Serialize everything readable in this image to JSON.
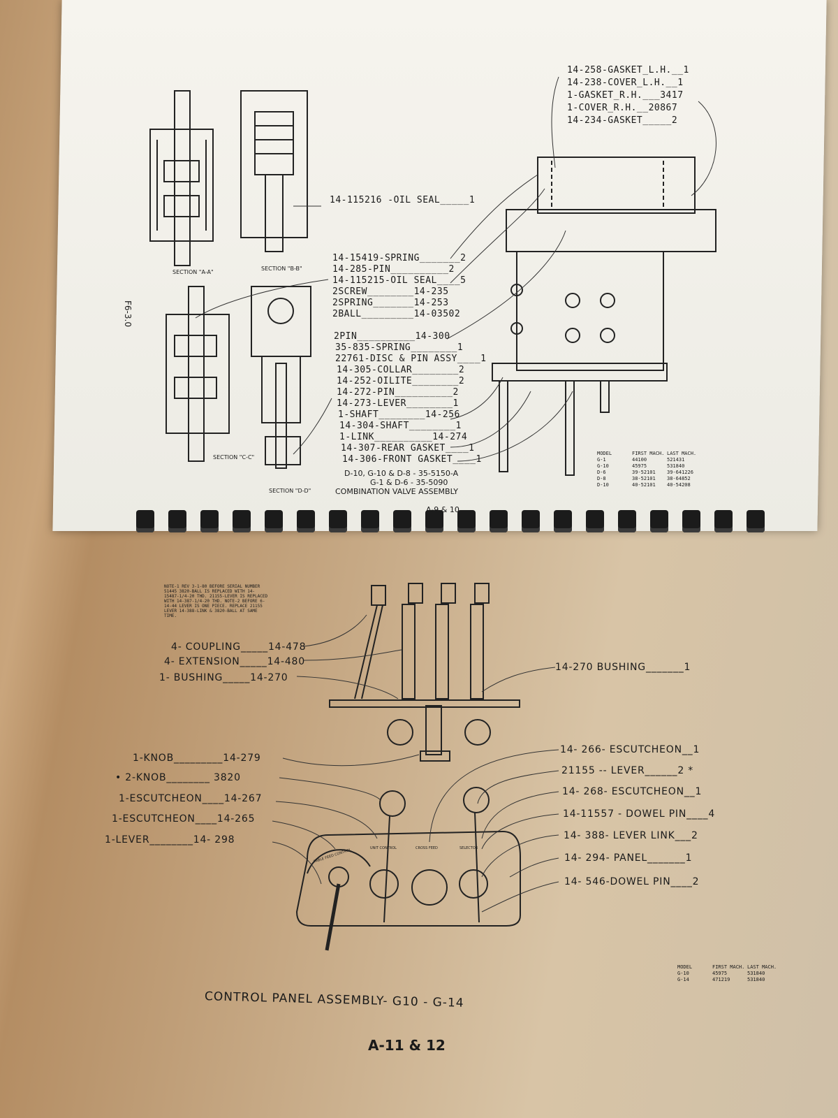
{
  "top_page": {
    "section_labels": {
      "aa": "SECTION \"A-A\"",
      "bb": "SECTION \"B-B\"",
      "cc": "SECTION \"C-C\"",
      "dd": "SECTION \"D-D\""
    },
    "fig_label": "F6-3.0",
    "parts": [
      "14-258-GASKET_L.H.__1",
      "14-238-COVER_L.H.__1",
      "1-GASKET_R.H.___3417",
      "1-COVER_R.H.__20867",
      "14-234-GASKET_____2",
      "14-115216 -OIL SEAL_____1",
      "14-15419-SPRING_______2",
      "14-285-PIN__________2",
      "14-115215-OIL SEAL____5",
      "2SCREW________14-235",
      "2SPRING_______14-253",
      "2BALL_________14-03502",
      "2PIN__________14-300",
      "35-835-SPRING________1",
      "22761-DISC & PIN ASSY____1",
      "14-305-COLLAR________2",
      "14-252-OILITE________2",
      "14-272-PIN__________2",
      "14-273-LEVER________1",
      "1-SHAFT________14-256",
      "14-304-SHAFT________1",
      "1-LINK__________14-274",
      "14-307-REAR GASKET____1",
      "14-306-FRONT GASKET____1"
    ],
    "assembly_lines": [
      "D-10, G-10 & D-8 - 35-5150-A",
      "G-1 & D-6 - 35-5090",
      "COMBINATION VALVE ASSEMBLY"
    ],
    "page_ref": "A-9 & 10",
    "model_table": {
      "headers": [
        "MODEL",
        "FIRST MACH.",
        "LAST MACH."
      ],
      "rows": [
        [
          "G-1",
          "44100",
          "521431"
        ],
        [
          "G-10",
          "45975",
          "531840"
        ],
        [
          "D-6",
          "39-52101",
          "39-641226"
        ],
        [
          "D-8",
          "38-52101",
          "38-64852"
        ],
        [
          "D-10",
          "40-52101",
          "40-54208"
        ]
      ]
    }
  },
  "bottom_page": {
    "notes": "NOTE-1 REV 3-1-80 BEFORE SERIAL NUMBER 51445 3820-BALL IS REPLACED WITH 14-15487-1/4-20 THD. 21155-LEVER IS REPLACED WITH 14-387-1/4-20 THD. NOTE-2 BEFORE 6-14-44 LEVER IS ONE PIECE. REPLACE 21155 LEVER 14-388-LINK & 3820-BALL AT SAME TIME.",
    "left_parts": [
      "4- COUPLING_____14-478",
      "4- EXTENSION_____14-480",
      "1- BUSHING_____14-270",
      "1-KNOB_________14-279",
      "• 2-KNOB________ 3820",
      "1-ESCUTCHEON____14-267",
      "1-ESCUTCHEON____14-265",
      "1-LEVER________14- 298"
    ],
    "right_parts": [
      "14-270  BUSHING_______1",
      "14- 266- ESCUTCHEON__1",
      "21155 -- LEVER______2 *",
      "14- 268- ESCUTCHEON__1",
      "14-11557 - DOWEL PIN____4",
      "14- 388- LEVER LINK___2",
      "14- 294- PANEL_______1",
      "14- 546-DOWEL PIN____2"
    ],
    "panel_buttons": [
      "UNIT CONTROL",
      "CROSS FEED",
      "SELECTOR"
    ],
    "panel_dial": "TABLE FEED CONTROL",
    "model_table": {
      "headers": [
        "MODEL",
        "FIRST MACH.",
        "LAST MACH."
      ],
      "rows": [
        [
          "G-10",
          "45975",
          "531840"
        ],
        [
          "G-14",
          "471219",
          "531840"
        ]
      ]
    },
    "title": "CONTROL PANEL ASSEMBLY- G10 - G-14",
    "page_ref": "A-11 & 12"
  }
}
